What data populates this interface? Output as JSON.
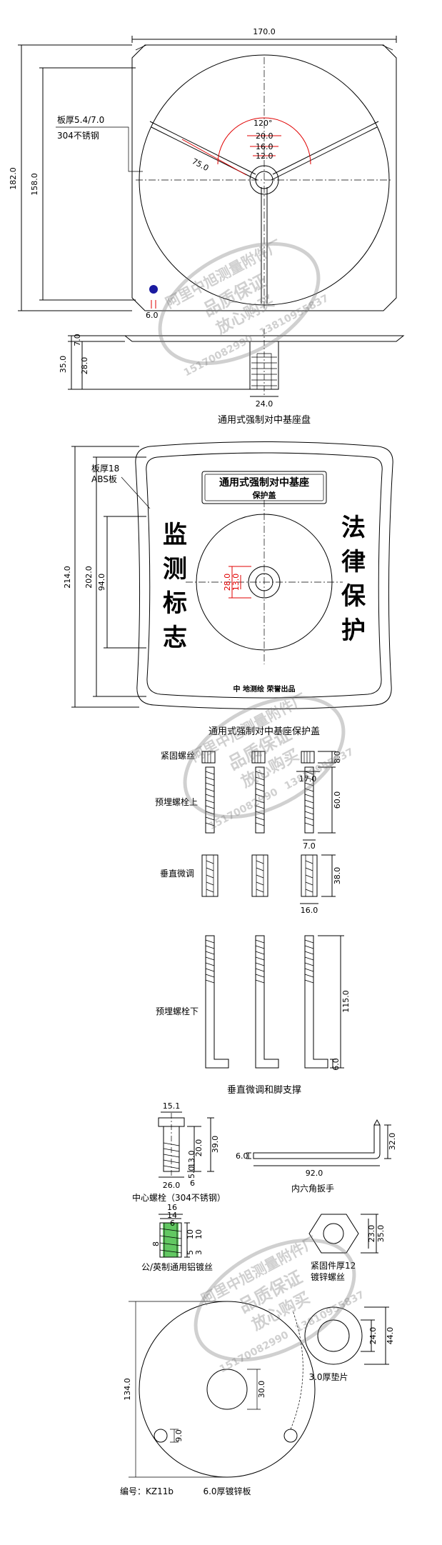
{
  "part1": {
    "dim_width": "170.0",
    "dim_height_total": "182.0",
    "dim_height_inner": "158.0",
    "material_line1": "板厚5.4/7.0",
    "material_line2": "304不锈钢",
    "angle": "120°",
    "dim_20": "20.0",
    "dim_16": "16.0",
    "dim_12": "12.0",
    "dim_75": "75.0",
    "dim_6": "6.0",
    "dim_7": "7.0",
    "dim_35": "35.0",
    "dim_28": "28.0",
    "dim_24": "24.0",
    "caption": "通用式强制对中基座盘"
  },
  "part2": {
    "material_line1": "板厚18",
    "material_line2": "ABS板",
    "dim_214": "214.0",
    "dim_202": "202.0",
    "dim_94": "94.0",
    "dim_28": "28.0",
    "dim_13": "13.0",
    "sign_line1": "通用式强制对中基座",
    "sign_line2": "保护盖",
    "left_chars": [
      "监",
      "测",
      "标",
      "志"
    ],
    "right_chars": [
      "法",
      "律",
      "保",
      "护"
    ],
    "bottom_text": "中 地测绘 荣誉出品",
    "caption": "通用式强制对中基座保护盖"
  },
  "part3": {
    "lock_screw": "紧固螺丝",
    "embed_upper": "预埋螺栓上",
    "vertical_adjust": "垂直微调",
    "embed_lower": "预埋螺栓下",
    "dim_8": "8.0",
    "dim_17": "17.0",
    "dim_60": "60.0",
    "dim_7": "7.0",
    "dim_38": "38.0",
    "dim_16": "16.0",
    "dim_115": "115.0",
    "dim_6": "6.0",
    "caption": "垂直微调和脚支撑"
  },
  "part4": {
    "center_bolt": {
      "dim_15": "15.1",
      "dim_20": "20.0",
      "dim_39": "39.0",
      "dim_13": "13.0",
      "dim_5": "5.0",
      "dim_6": "6",
      "dim_26": "26.0",
      "caption": "中心螺栓（304不锈钢）"
    },
    "hex_wrench": {
      "dim_6": "6.0",
      "dim_92": "92.0",
      "dim_32": "32.0",
      "caption": "内六角扳手"
    },
    "adapter": {
      "dim_16": "16",
      "dim_14": "14",
      "dim_6": "6",
      "dim_8": "8",
      "dim_10a": "10",
      "dim_10b": "10",
      "dim_3": "3",
      "dim_5": "5",
      "caption": "公/英制通用铝镀丝"
    },
    "hex_nut": {
      "dim_23": "23.0",
      "dim_35": "35.0",
      "caption_line1": "紧固件厚12",
      "caption_line2": "镀锌螺丝"
    },
    "washer": {
      "dim_24": "24.0",
      "dim_44": "44.0",
      "caption": "3.0厚垫片"
    },
    "plate": {
      "dim_134": "134.0",
      "dim_30": "30.0",
      "dim_9": "9.0",
      "caption": "6.0厚镀锌板"
    },
    "serial": "编号：KZ11b"
  },
  "watermark": {
    "ring_text": "阿里中旭测量附件厂",
    "ring_inner": "品质保证",
    "ring_inner2": "放心购买",
    "phone1": "15170082990",
    "phone2": "13810955837"
  }
}
